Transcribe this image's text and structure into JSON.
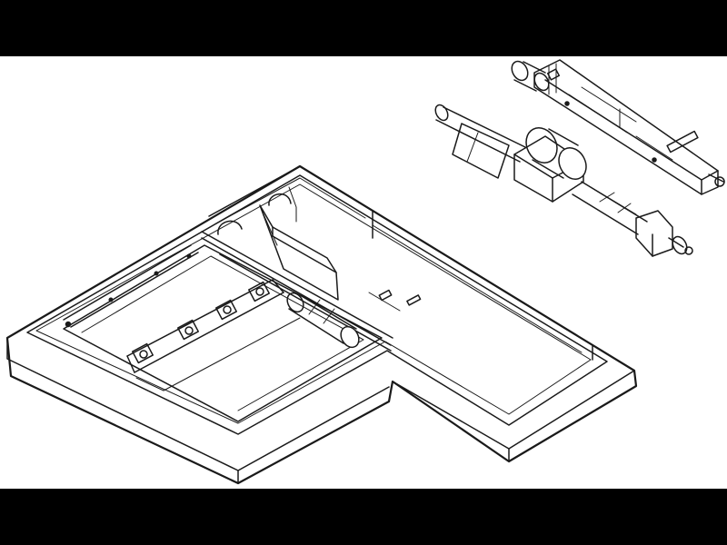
{
  "figure": {
    "background_color": "#ffffff",
    "band_color": "#000000",
    "line_color": "#1a1a1a",
    "parts": [
      {
        "name": "hull-tub-base"
      },
      {
        "name": "hull-tub-inner-wall"
      },
      {
        "name": "fuel-tank-cylinder"
      },
      {
        "name": "drive-shaft-assembly"
      },
      {
        "name": "gun-mount-barrel-assembly"
      }
    ]
  }
}
